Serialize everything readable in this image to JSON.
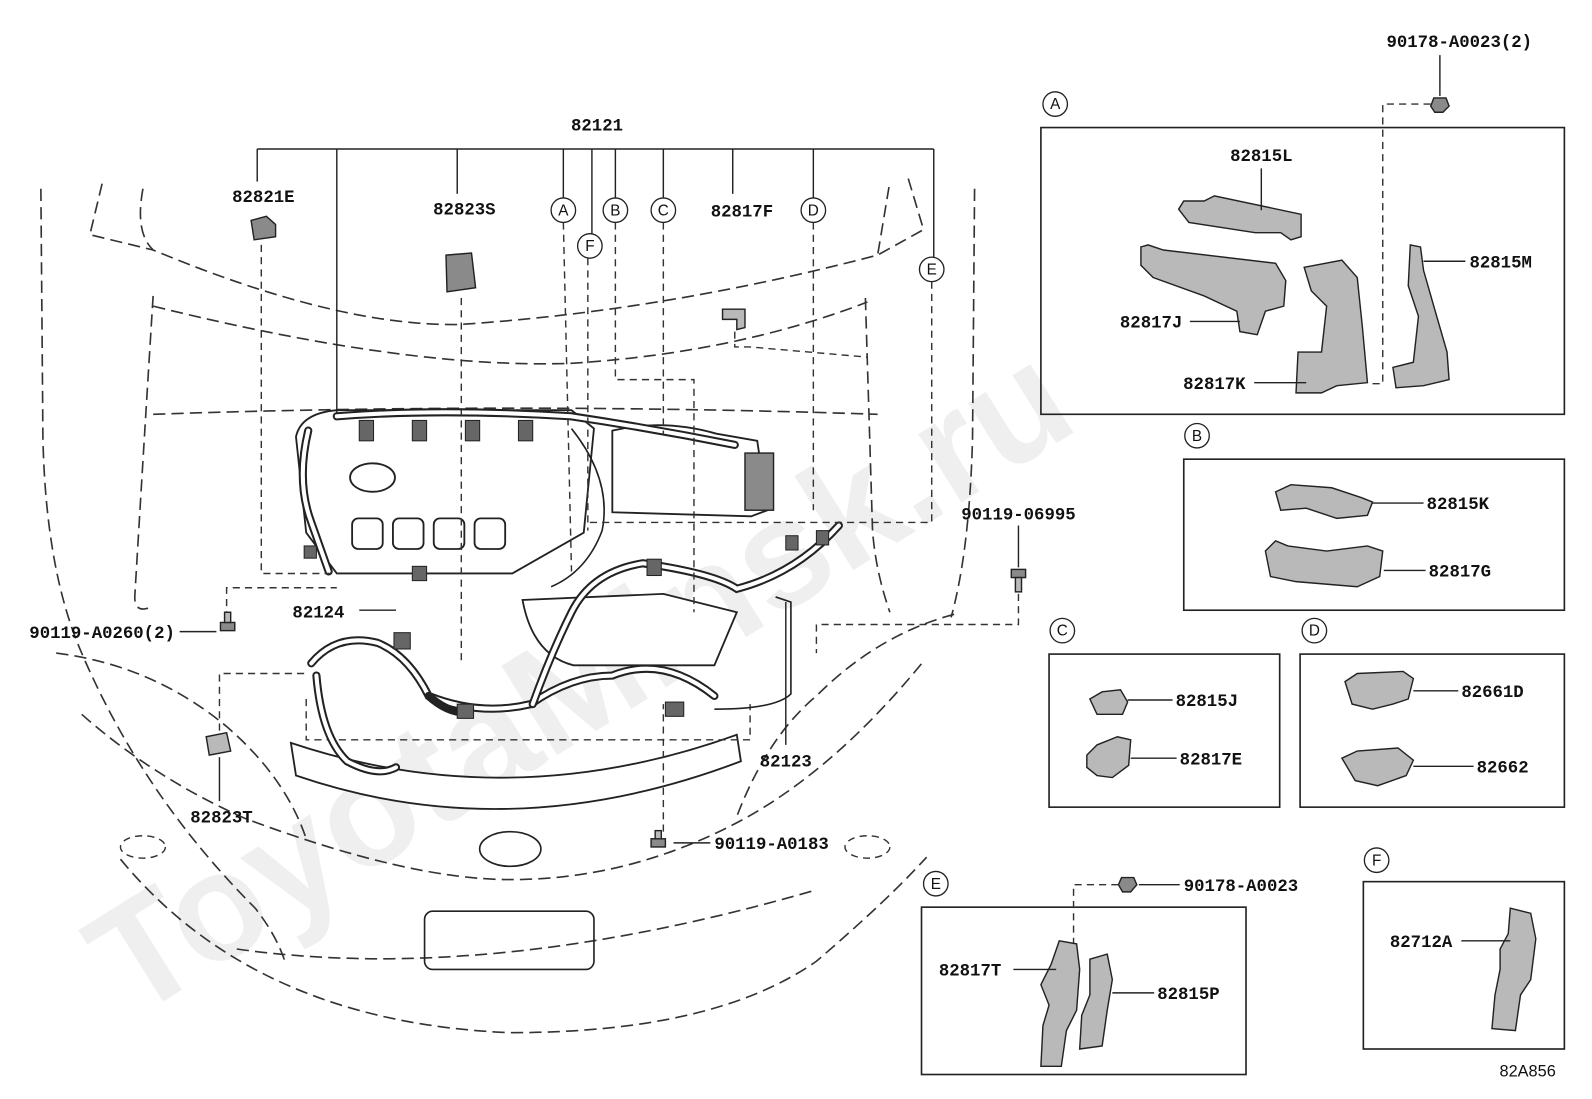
{
  "main_view": {
    "wire_harness": "82121",
    "clamp_left": "82821E",
    "clamp_center": "82823S",
    "bracket_upper": "82817F",
    "bolt_right": "90119-06995",
    "bolt_left": "90119-A0260(2)",
    "sub_harness_left": "82124",
    "sub_harness_right": "82123",
    "clamp_lower_left": "82823T",
    "bolt_bottom": "90119-A0183",
    "detail_refs": [
      "A",
      "B",
      "C",
      "D",
      "E",
      "F"
    ]
  },
  "detail_a": {
    "ref": "A",
    "fastener": "90178-A0023(2)",
    "parts": [
      "82815L",
      "82815M",
      "82817J",
      "82817K"
    ]
  },
  "detail_b": {
    "ref": "B",
    "parts": [
      "82815K",
      "82817G"
    ]
  },
  "detail_c": {
    "ref": "C",
    "parts": [
      "82815J",
      "82817E"
    ]
  },
  "detail_d": {
    "ref": "D",
    "parts": [
      "82661D",
      "82662"
    ]
  },
  "detail_e": {
    "ref": "E",
    "fastener": "90178-A0023",
    "parts": [
      "82817T",
      "82815P"
    ]
  },
  "detail_f": {
    "ref": "F",
    "parts": [
      "82712A"
    ]
  },
  "illustration_code": "82A856",
  "watermark": "ToyotaMinsk.ru",
  "colors": {
    "ink": "#222222",
    "part_fill": "#b9b9b9",
    "background": "#ffffff"
  }
}
